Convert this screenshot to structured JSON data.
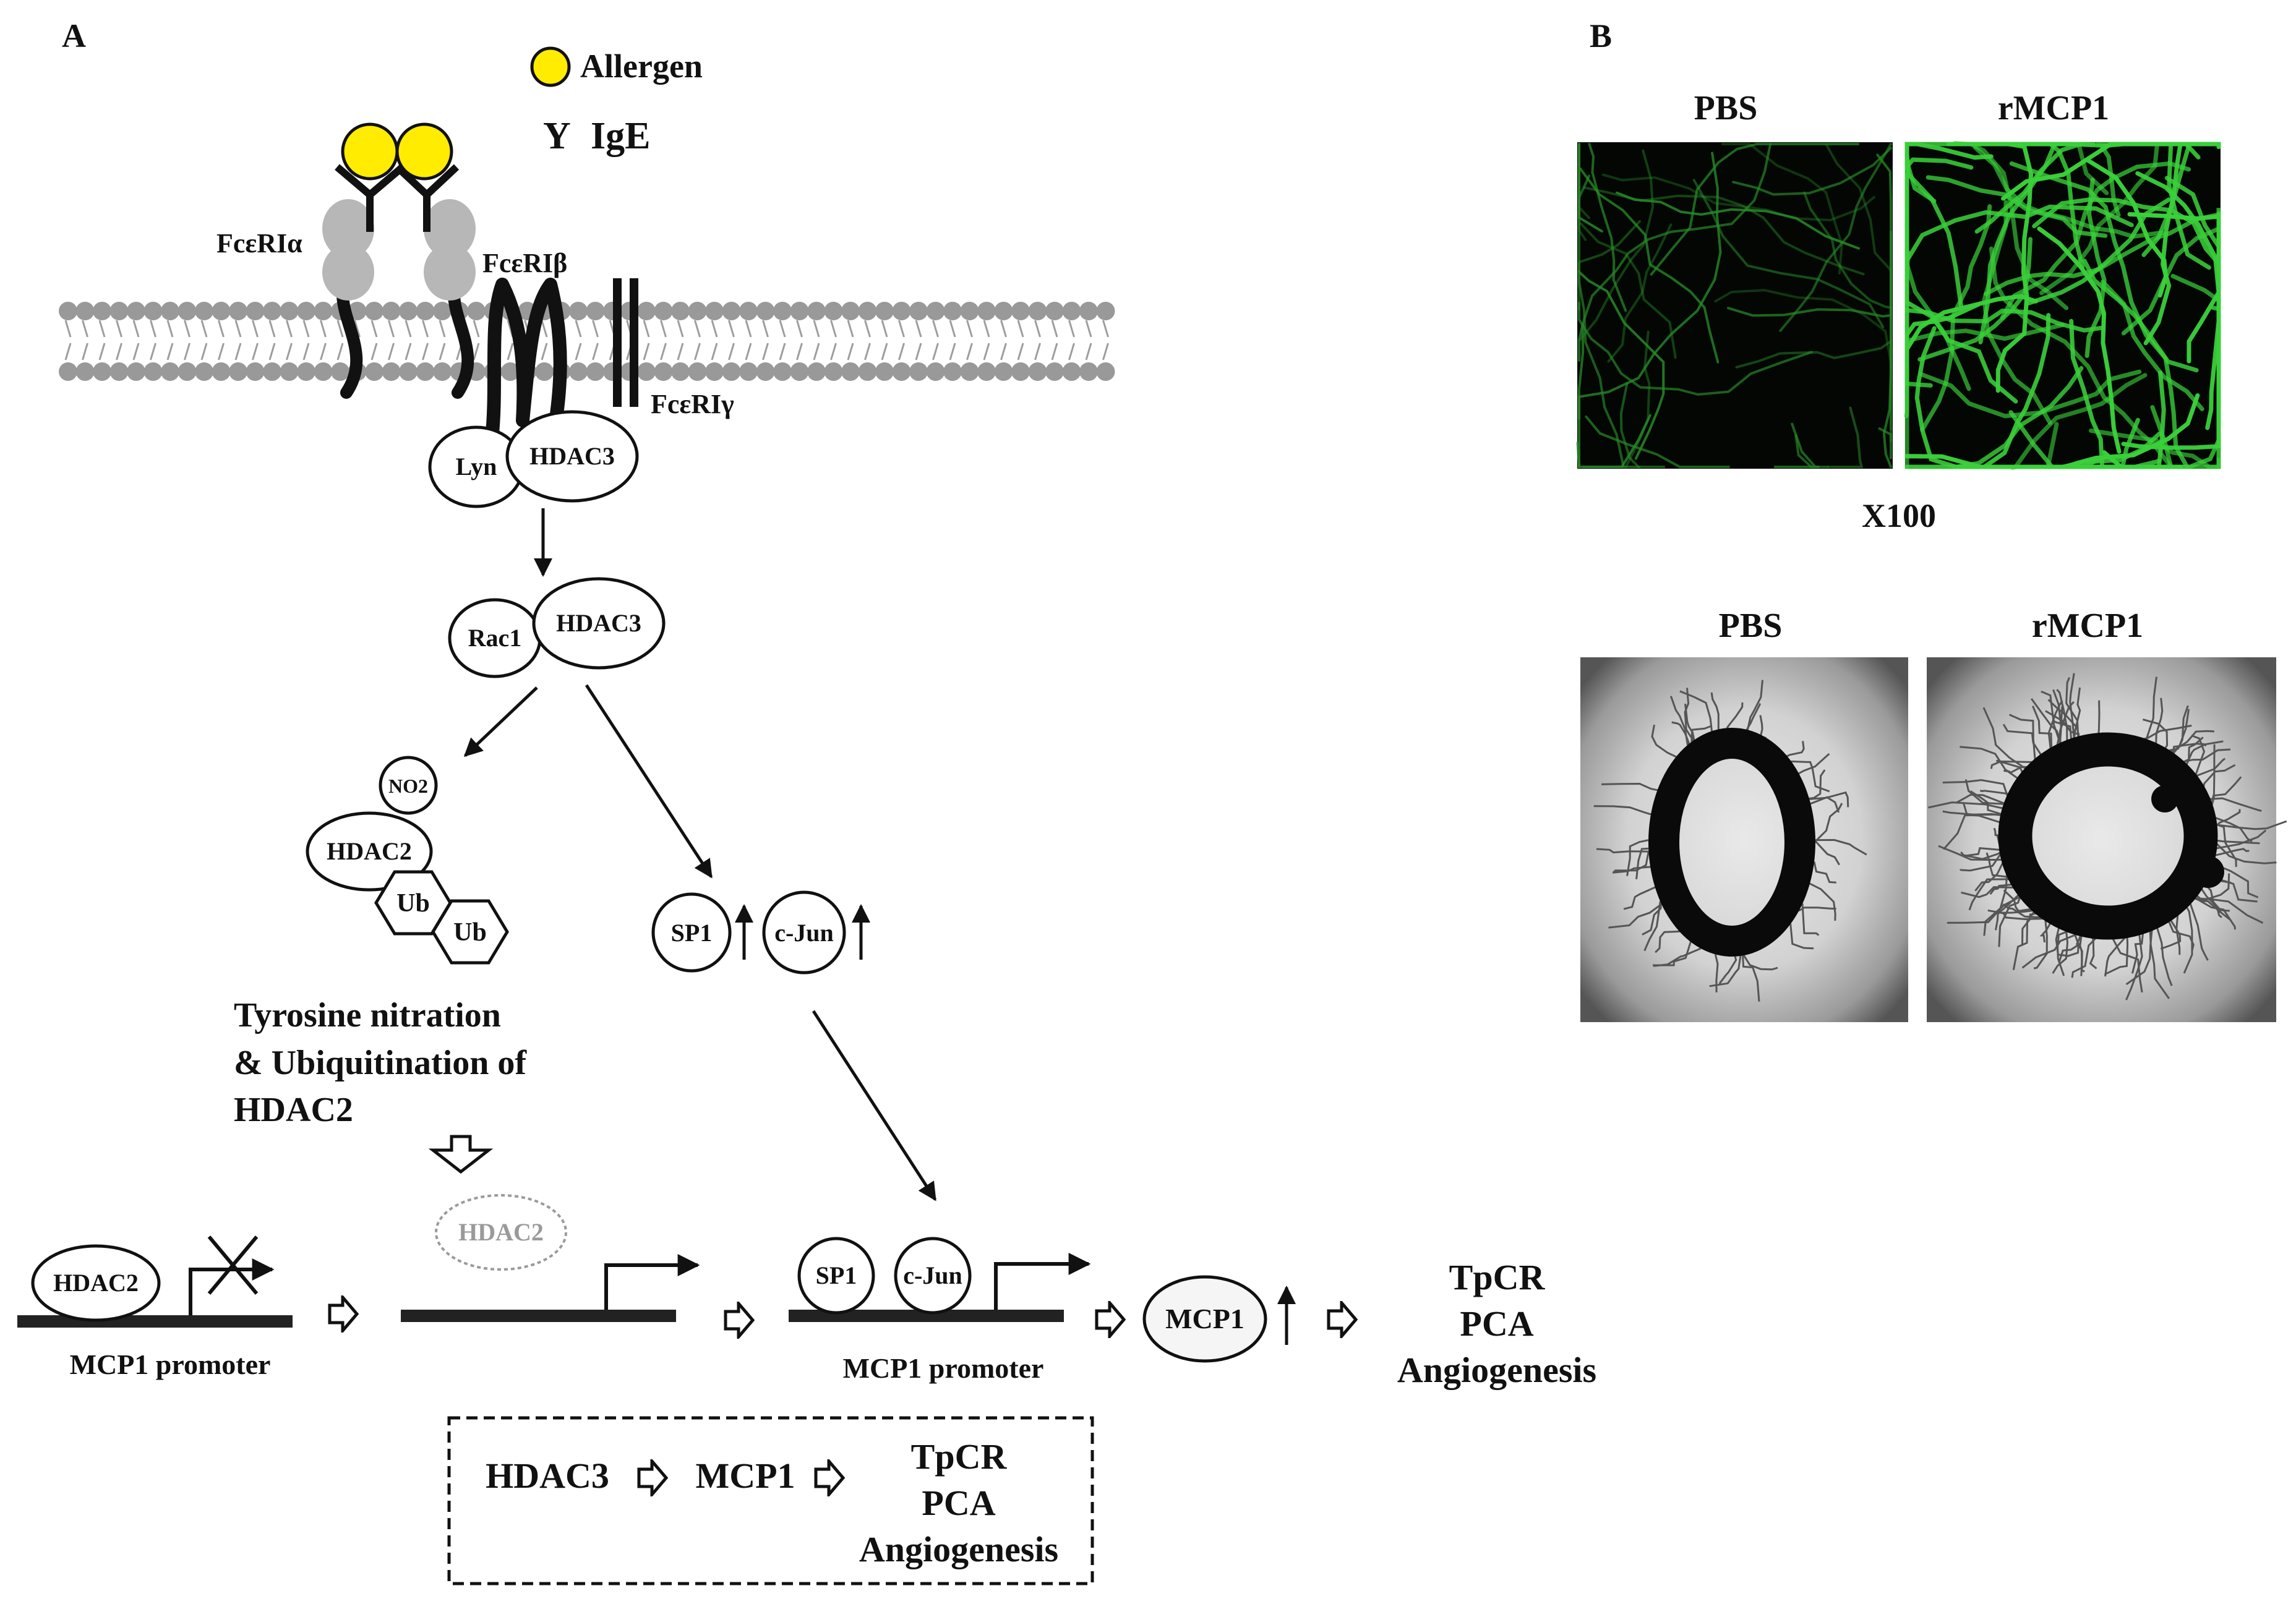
{
  "panel_a": {
    "letter": "A",
    "legend": {
      "allergen": "Allergen",
      "ige_symbol": "Y",
      "ige": "IgE"
    },
    "receptor": {
      "alpha": "FcεRIα",
      "beta": "FcεRIβ",
      "gamma": "FcεRIγ"
    },
    "complex_1": {
      "left": "Lyn",
      "right": "HDAC3"
    },
    "complex_2": {
      "left": "Rac1",
      "right": "HDAC3"
    },
    "hdac2_mods": {
      "no2": "NO2",
      "hdac2": "HDAC2",
      "ub1": "Ub",
      "ub2": "Ub"
    },
    "factors": {
      "sp1": "SP1",
      "cjun": "c-Jun"
    },
    "caption": [
      "Tyrosine nitration",
      "& Ubiquitination of",
      "HDAC2"
    ],
    "promoter_1": {
      "bound": "HDAC2",
      "label": "MCP1 promoter"
    },
    "released_hdac2": "HDAC2",
    "promoter_3": {
      "sp1": "SP1",
      "cjun": "c-Jun",
      "label": "MCP1 promoter"
    },
    "product": "MCP1",
    "outcomes": [
      "TpCR",
      "PCA",
      "Angiogenesis"
    ],
    "summary": {
      "step1": "HDAC3",
      "step2": "MCP1",
      "outcomes": [
        "TpCR",
        "PCA",
        "Angiogenesis"
      ]
    },
    "colors": {
      "allergen": "#ffec00",
      "receptor": "#b7b7b7",
      "membrane": "#999999",
      "dashed_hdac2": "#9a9a9a"
    }
  },
  "panel_b": {
    "letter": "B",
    "top": {
      "left_label": "PBS",
      "right_label": "rMCP1",
      "magnification": "X100"
    },
    "bottom": {
      "left_label": "PBS",
      "right_label": "rMCP1"
    }
  }
}
